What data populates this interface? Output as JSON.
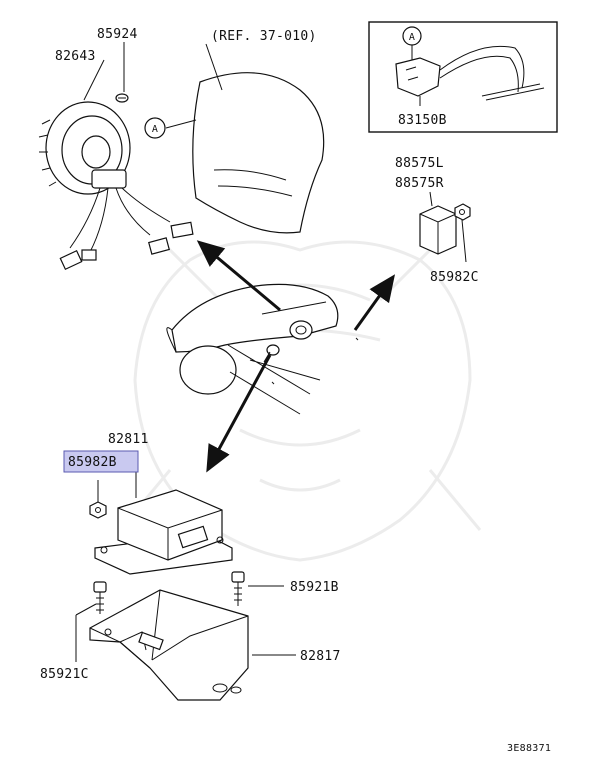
{
  "reference": "(REF. 37-010)",
  "callout_letter": "A",
  "parts": {
    "p85924": "85924",
    "p82643": "82643",
    "p83150B": "83150B",
    "p88575L": "88575L",
    "p88575R": "88575R",
    "p85982C": "85982C",
    "p82811": "82811",
    "p85982B": "85982B",
    "p85921B": "85921B",
    "p85921C": "85921C",
    "p82817": "82817"
  },
  "selected_part": "85982B",
  "diagram_code": "3E88371",
  "colors": {
    "highlight": "#c9c9f0",
    "line": "#111111"
  }
}
